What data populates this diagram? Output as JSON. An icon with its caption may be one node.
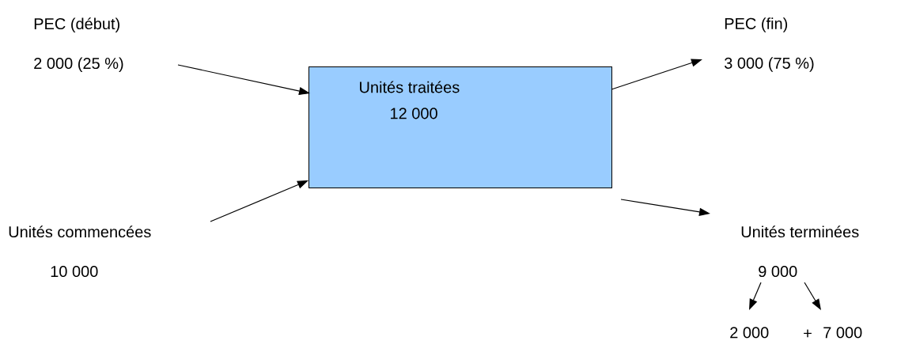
{
  "diagram": {
    "nodes": [
      {
        "text": [
          "PEC (début)",
          "2 000 (25 %)"
        ]
      },
      {
        "text": [
          "Unités traitées",
          "12 000"
        ]
      },
      {
        "text": [
          "PEC (fin)",
          "3 000 (75 %)"
        ]
      },
      {
        "text": [
          "Unités commencées",
          "10 000"
        ]
      },
      {
        "text": [
          "Unités terminées",
          "9 000"
        ]
      },
      {
        "text": [
          "2 000"
        ]
      },
      {
        "text": [
          "7 000"
        ]
      }
    ],
    "edges": [
      {
        "from": 0,
        "to": 1,
        "arrow": "to"
      },
      {
        "from": 3,
        "to": 1,
        "arrow": "to"
      },
      {
        "from": 1,
        "to": 2,
        "arrow": "to"
      },
      {
        "from": 1,
        "to": 4,
        "arrow": "to"
      },
      {
        "from": 4,
        "to": 5,
        "arrow": "to"
      },
      {
        "from": 4,
        "to": 6,
        "arrow": "to"
      }
    ],
    "labels": [
      "+"
    ]
  }
}
